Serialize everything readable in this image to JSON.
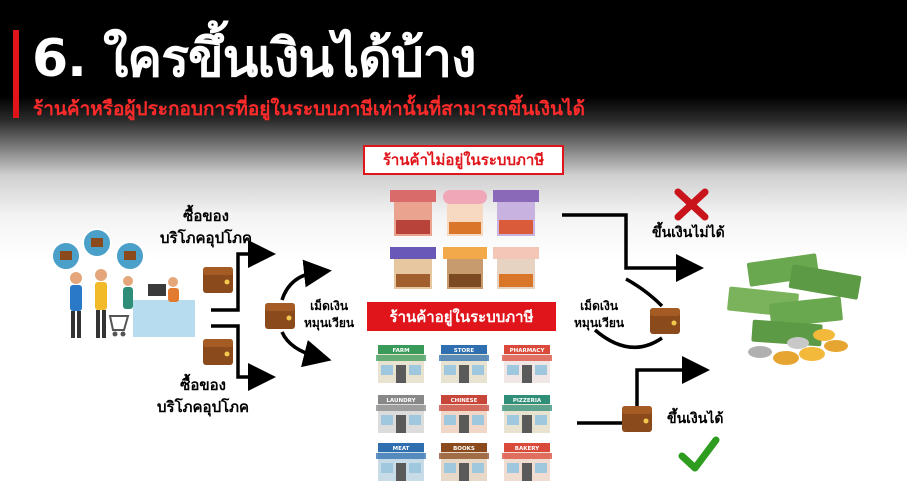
{
  "slide": {
    "title": "6. ใครขึ้นเงินได้บ้าง",
    "subtitle": "ร้านค้าหรือผู้ประกอบการที่อยู่ในระบบภาษีเท่านั้นที่สามารถขึ้นเงินได้"
  },
  "labels": {
    "buy_top": [
      "ซื้อของ",
      "บริโภคอุปโภค"
    ],
    "buy_bottom": [
      "ซื้อของ",
      "บริโภคอุปโภค"
    ],
    "circulate_left": [
      "เม็ดเงิน",
      "หมุนเวียน"
    ],
    "circulate_right": [
      "เม็ดเงิน",
      "หมุนเวียน"
    ],
    "shops_not_in_tax": "ร้านค้าไม่อยู่ในระบบภาษี",
    "shops_in_tax": "ร้านค้าอยู่ในระบบภาษี",
    "cannot_cash": "ขึ้นเงินไม่ได้",
    "can_cash": "ขึ้นเงินได้"
  },
  "shop_signs": [
    "FARM",
    "STORE",
    "PHARMACY",
    "LAUNDRY",
    "CHINESE",
    "PIZZERIA",
    "MEAT",
    "BOOKS",
    "BAKERY"
  ],
  "colors": {
    "accent": "#e0151b",
    "cross": "#c8141a",
    "check": "#2e9d1f",
    "wallet": "#8a4a1c"
  },
  "icons": {
    "shoppers": "people-shopping-icon",
    "wallet": "wallet-icon",
    "cross": "cross-icon",
    "check": "check-icon",
    "money": "money-pile-icon"
  }
}
